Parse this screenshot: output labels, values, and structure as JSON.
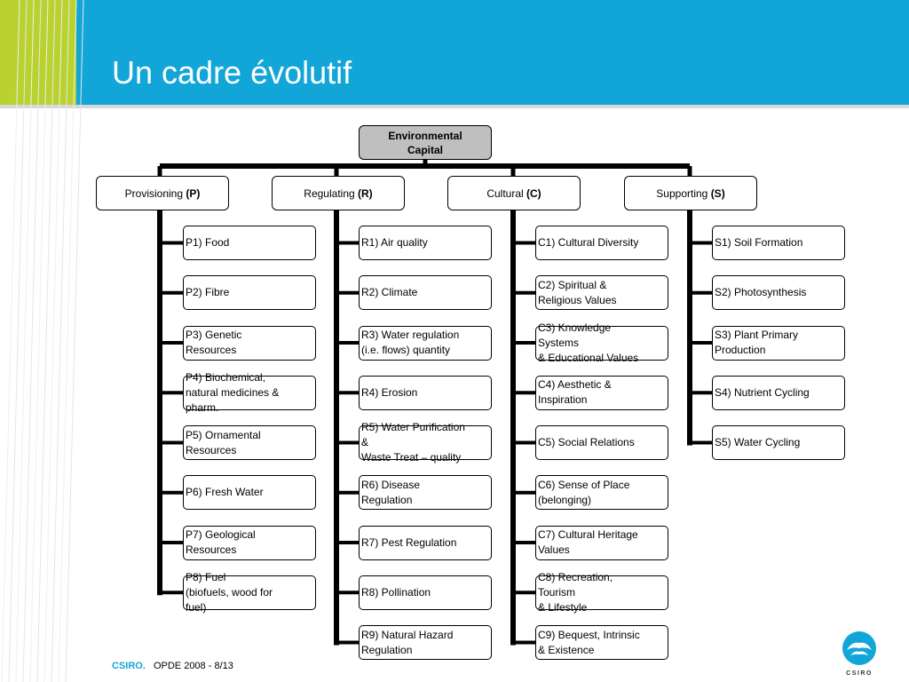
{
  "slide": {
    "title": "Un cadre évolutif",
    "footer": {
      "brand": "CSIRO.",
      "text": "OPDE 2008 - 8/13"
    },
    "logo_text": "CSIRO"
  },
  "colors": {
    "header": "#12a6d8",
    "accent": "#b9d22f",
    "root_fill": "#bfbfbf"
  },
  "diagram": {
    "root": "Environmental\nCapital",
    "categories": [
      {
        "label": "Provisioning ",
        "code": "(P)",
        "items": [
          "P1) Food",
          "P2) Fibre",
          "P3) Genetic\nResources",
          "P4) Biochemical,\nnatural medicines &\npharm.",
          "P5) Ornamental\nResources",
          "P6) Fresh Water",
          "P7) Geological\nResources",
          "P8) Fuel\n(biofuels, wood for\nfuel)"
        ]
      },
      {
        "label": "Regulating ",
        "code": "(R)",
        "items": [
          "R1) Air quality",
          "R2) Climate",
          "R3) Water regulation\n (i.e. flows) quantity",
          "R4) Erosion",
          "R5) Water Purification\n&\nWaste Treat – quality",
          "R6) Disease\nRegulation",
          "R7) Pest Regulation",
          "R8) Pollination",
          "R9) Natural Hazard\nRegulation"
        ]
      },
      {
        "label": "Cultural ",
        "code": "(C)",
        "items": [
          "C1) Cultural Diversity",
          "C2) Spiritual &\nReligious Values",
          "C3) Knowledge\nSystems\n& Educational Values",
          "C4) Aesthetic &\nInspiration",
          "C5) Social Relations",
          "C6) Sense of Place\n(belonging)",
          "C7) Cultural Heritage\nValues",
          "C8) Recreation,\nTourism\n& Lifestyle",
          "C9)  Bequest, Intrinsic\n& Existence"
        ]
      },
      {
        "label": "Supporting ",
        "code": "(S)",
        "items": [
          "S1) Soil Formation",
          "S2) Photosynthesis",
          "S3) Plant Primary\nProduction",
          "S4) Nutrient Cycling",
          "S5) Water Cycling"
        ]
      }
    ]
  }
}
